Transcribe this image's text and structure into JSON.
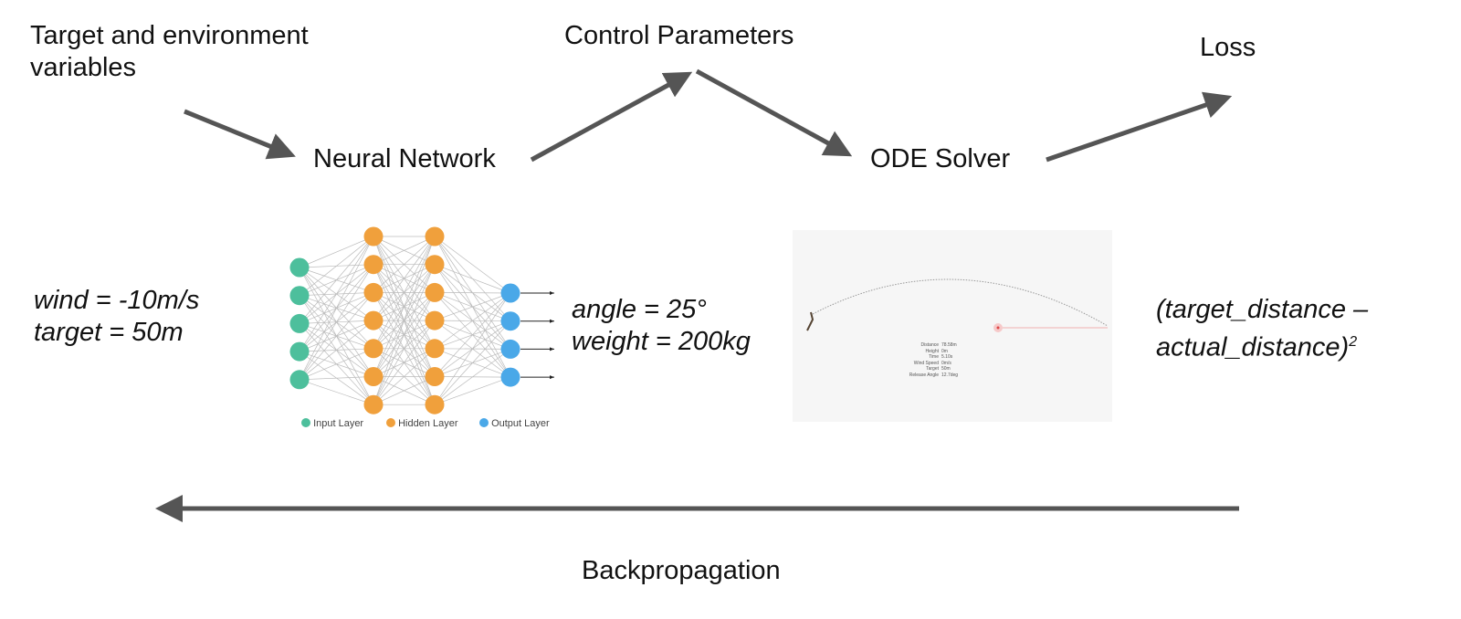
{
  "labels": {
    "inputs": "Target and environment variables",
    "inputs_line1": "Target and environment",
    "inputs_line2": "variables",
    "control": "Control Parameters",
    "nn": "Neural Network",
    "ode": "ODE Solver",
    "loss": "Loss",
    "backprop": "Backpropagation"
  },
  "examples": {
    "wind": "wind = -10m/s",
    "target": "target = 50m",
    "angle": "angle = 25°",
    "weight": "weight = 200kg",
    "loss_line1": "(target_distance –",
    "loss_line2": "actual_distance)",
    "loss_exp": "2"
  },
  "nn_legend": {
    "input": "Input Layer",
    "hidden": "Hidden Layer",
    "output": "Output Layer"
  },
  "colors": {
    "input": "#4dbf9c",
    "hidden": "#f0a03c",
    "output": "#4aa8e8",
    "arrow": "#555555"
  },
  "ode_stats": [
    {
      "k": "Distance",
      "v": "78.58m"
    },
    {
      "k": "Height",
      "v": "0m"
    },
    {
      "k": "Time",
      "v": "5.10s"
    },
    {
      "k": "Wind Speed",
      "v": "0m/s"
    },
    {
      "k": "Target",
      "v": "50m"
    },
    {
      "k": "Release Angle",
      "v": "12.7deg"
    }
  ]
}
